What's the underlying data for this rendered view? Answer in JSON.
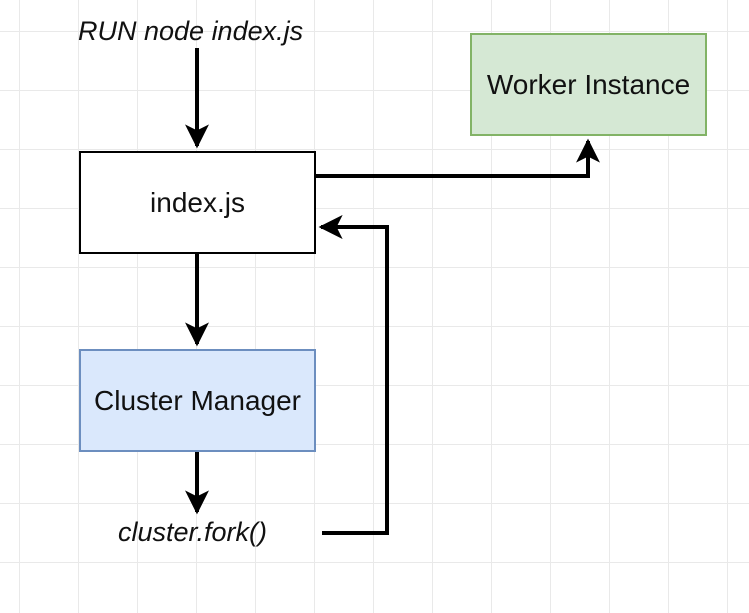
{
  "diagram": {
    "nodes": {
      "index": {
        "label": "index.js",
        "fill": "#ffffff",
        "stroke": "#000000"
      },
      "cluster_manager": {
        "label": "Cluster Manager",
        "fill": "#dae8fc",
        "stroke": "#6c8ebf"
      },
      "worker_instance": {
        "label": "Worker Instance",
        "fill": "#d5e8d4",
        "stroke": "#82b366"
      }
    },
    "labels": {
      "run": "RUN node index.js",
      "fork": "cluster.fork()"
    },
    "edges": [
      {
        "from": "RUN node index.js",
        "to": "index.js"
      },
      {
        "from": "index.js",
        "to": "Cluster Manager"
      },
      {
        "from": "Cluster Manager",
        "to": "cluster.fork()"
      },
      {
        "from": "cluster.fork()",
        "to": "index.js"
      },
      {
        "from": "index.js",
        "to": "Worker Instance"
      }
    ]
  }
}
